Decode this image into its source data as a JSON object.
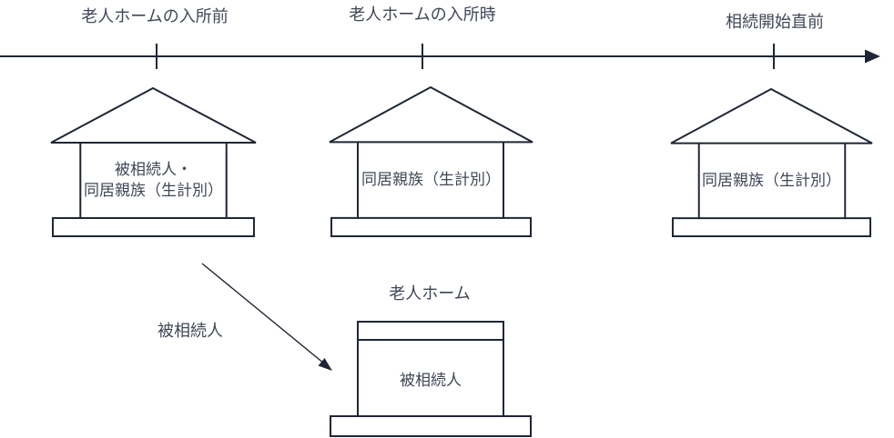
{
  "timeline": {
    "labels": [
      "老人ホームの入所前",
      "老人ホームの入所時",
      "相続開始直前"
    ]
  },
  "houses": [
    {
      "occupants": "被相続人・\n同居親族（生計別）"
    },
    {
      "occupants": "同居親族（生計別）"
    },
    {
      "occupants": "同居親族（生計別）"
    }
  ],
  "transition": {
    "label": "被相続人"
  },
  "nursing_home": {
    "title": "老人ホーム",
    "occupants": "被相続人"
  },
  "colors": {
    "line": "#1e2636",
    "text": "#3f4757"
  }
}
